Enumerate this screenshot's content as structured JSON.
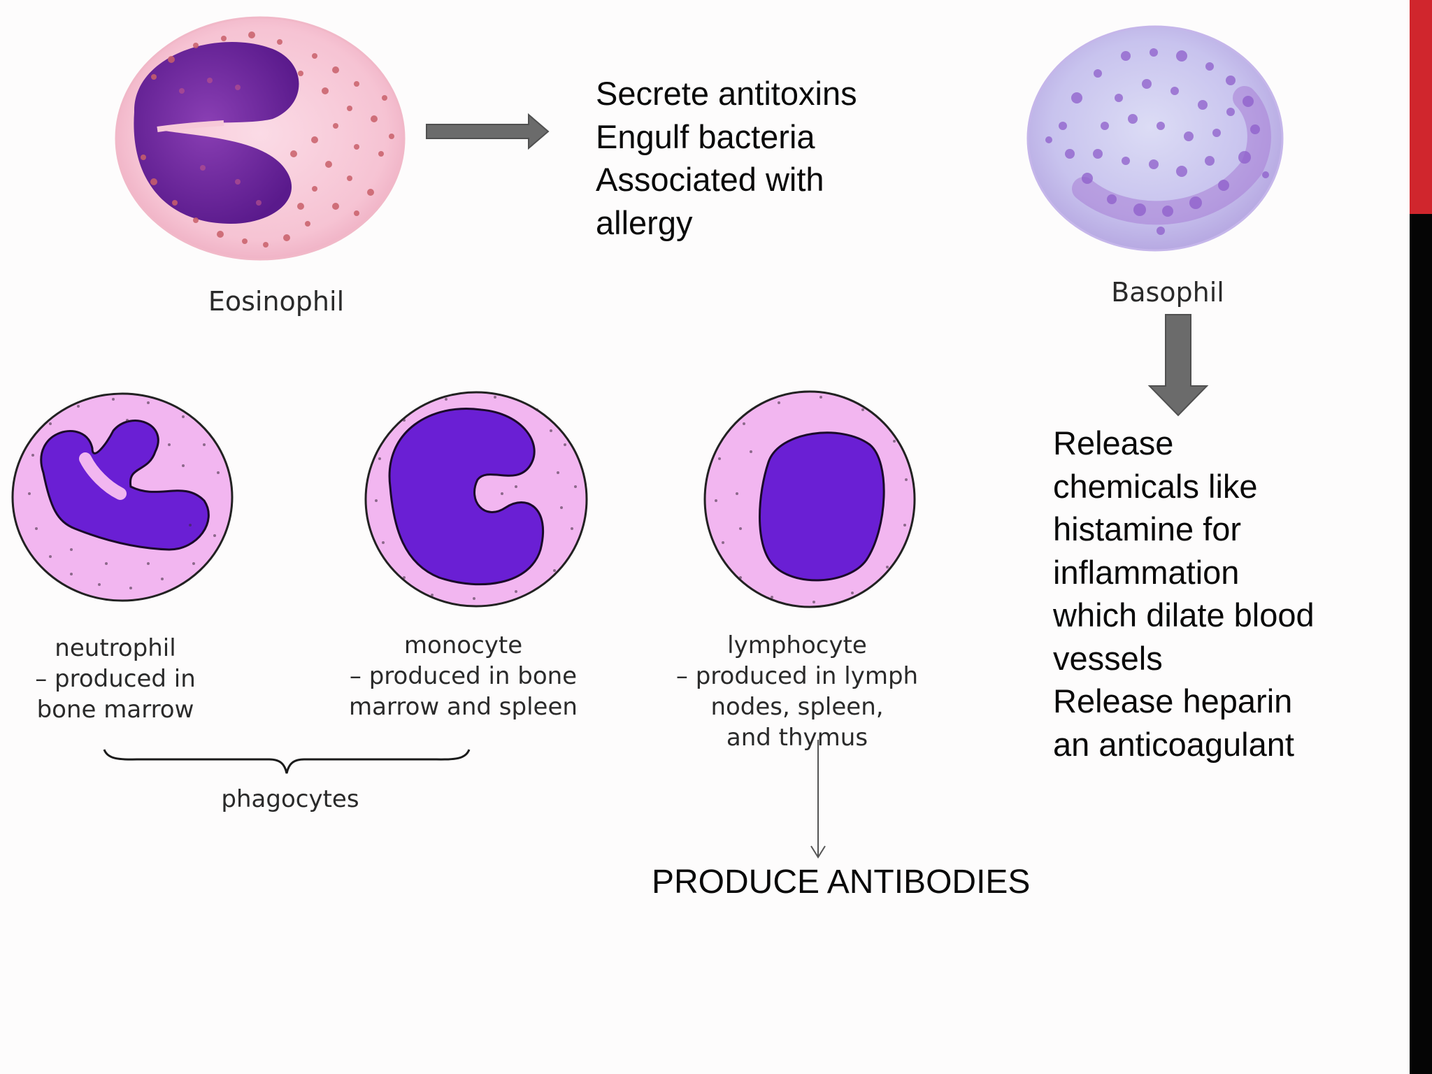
{
  "cells": {
    "eosinophil": {
      "label": "Eosinophil",
      "icon": "eosinophil-cell-illustration"
    },
    "basophil": {
      "label": "Basophil",
      "icon": "basophil-cell-illustration"
    },
    "neutrophil": {
      "label_lines": [
        "neutrophil",
        "– produced in",
        "bone marrow"
      ],
      "icon": "neutrophil-cell-illustration"
    },
    "monocyte": {
      "label_lines": [
        "monocyte",
        "– produced in bone",
        "marrow and spleen"
      ],
      "icon": "monocyte-cell-illustration"
    },
    "lymphocyte": {
      "label_lines": [
        "lymphocyte",
        "– produced in lymph",
        "nodes, spleen,",
        "and thymus"
      ],
      "icon": "lymphocyte-cell-illustration"
    }
  },
  "group_label": "phagocytes",
  "eosinophil_functions": [
    "Secrete antitoxins",
    "Engulf bacteria",
    "Associated with",
    "allergy"
  ],
  "basophil_functions": [
    "Release",
    "chemicals like",
    "histamine for",
    "inflammation",
    "which dilate blood",
    "vessels",
    "Release heparin",
    "an anticoagulant"
  ],
  "lymphocyte_function": "PRODUCE ANTIBODIES",
  "colors": {
    "accent_red": "#d0262d",
    "sidebar_black": "#050505",
    "arrow_gray": "#6b6b6b",
    "cell_pink": "#f2b6f0",
    "nucleus_purple": "#6a1fd4"
  }
}
